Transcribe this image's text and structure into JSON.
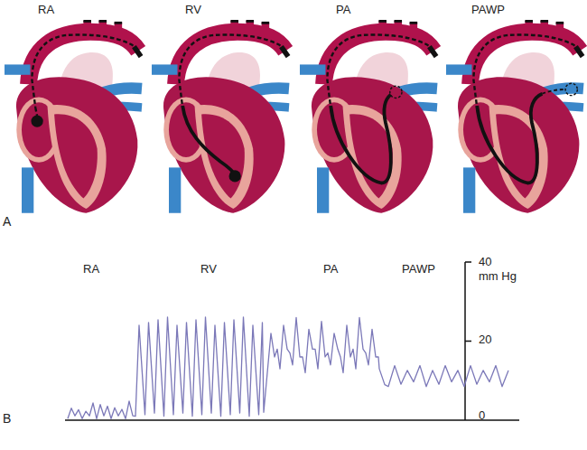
{
  "diagram": {
    "labels": [
      "RA",
      "RV",
      "PA",
      "PAWP",
      "A",
      "RA",
      "RV",
      "PA",
      "PAWP",
      "40",
      "mm Hg",
      "20",
      "0",
      "B"
    ]
  }
}
